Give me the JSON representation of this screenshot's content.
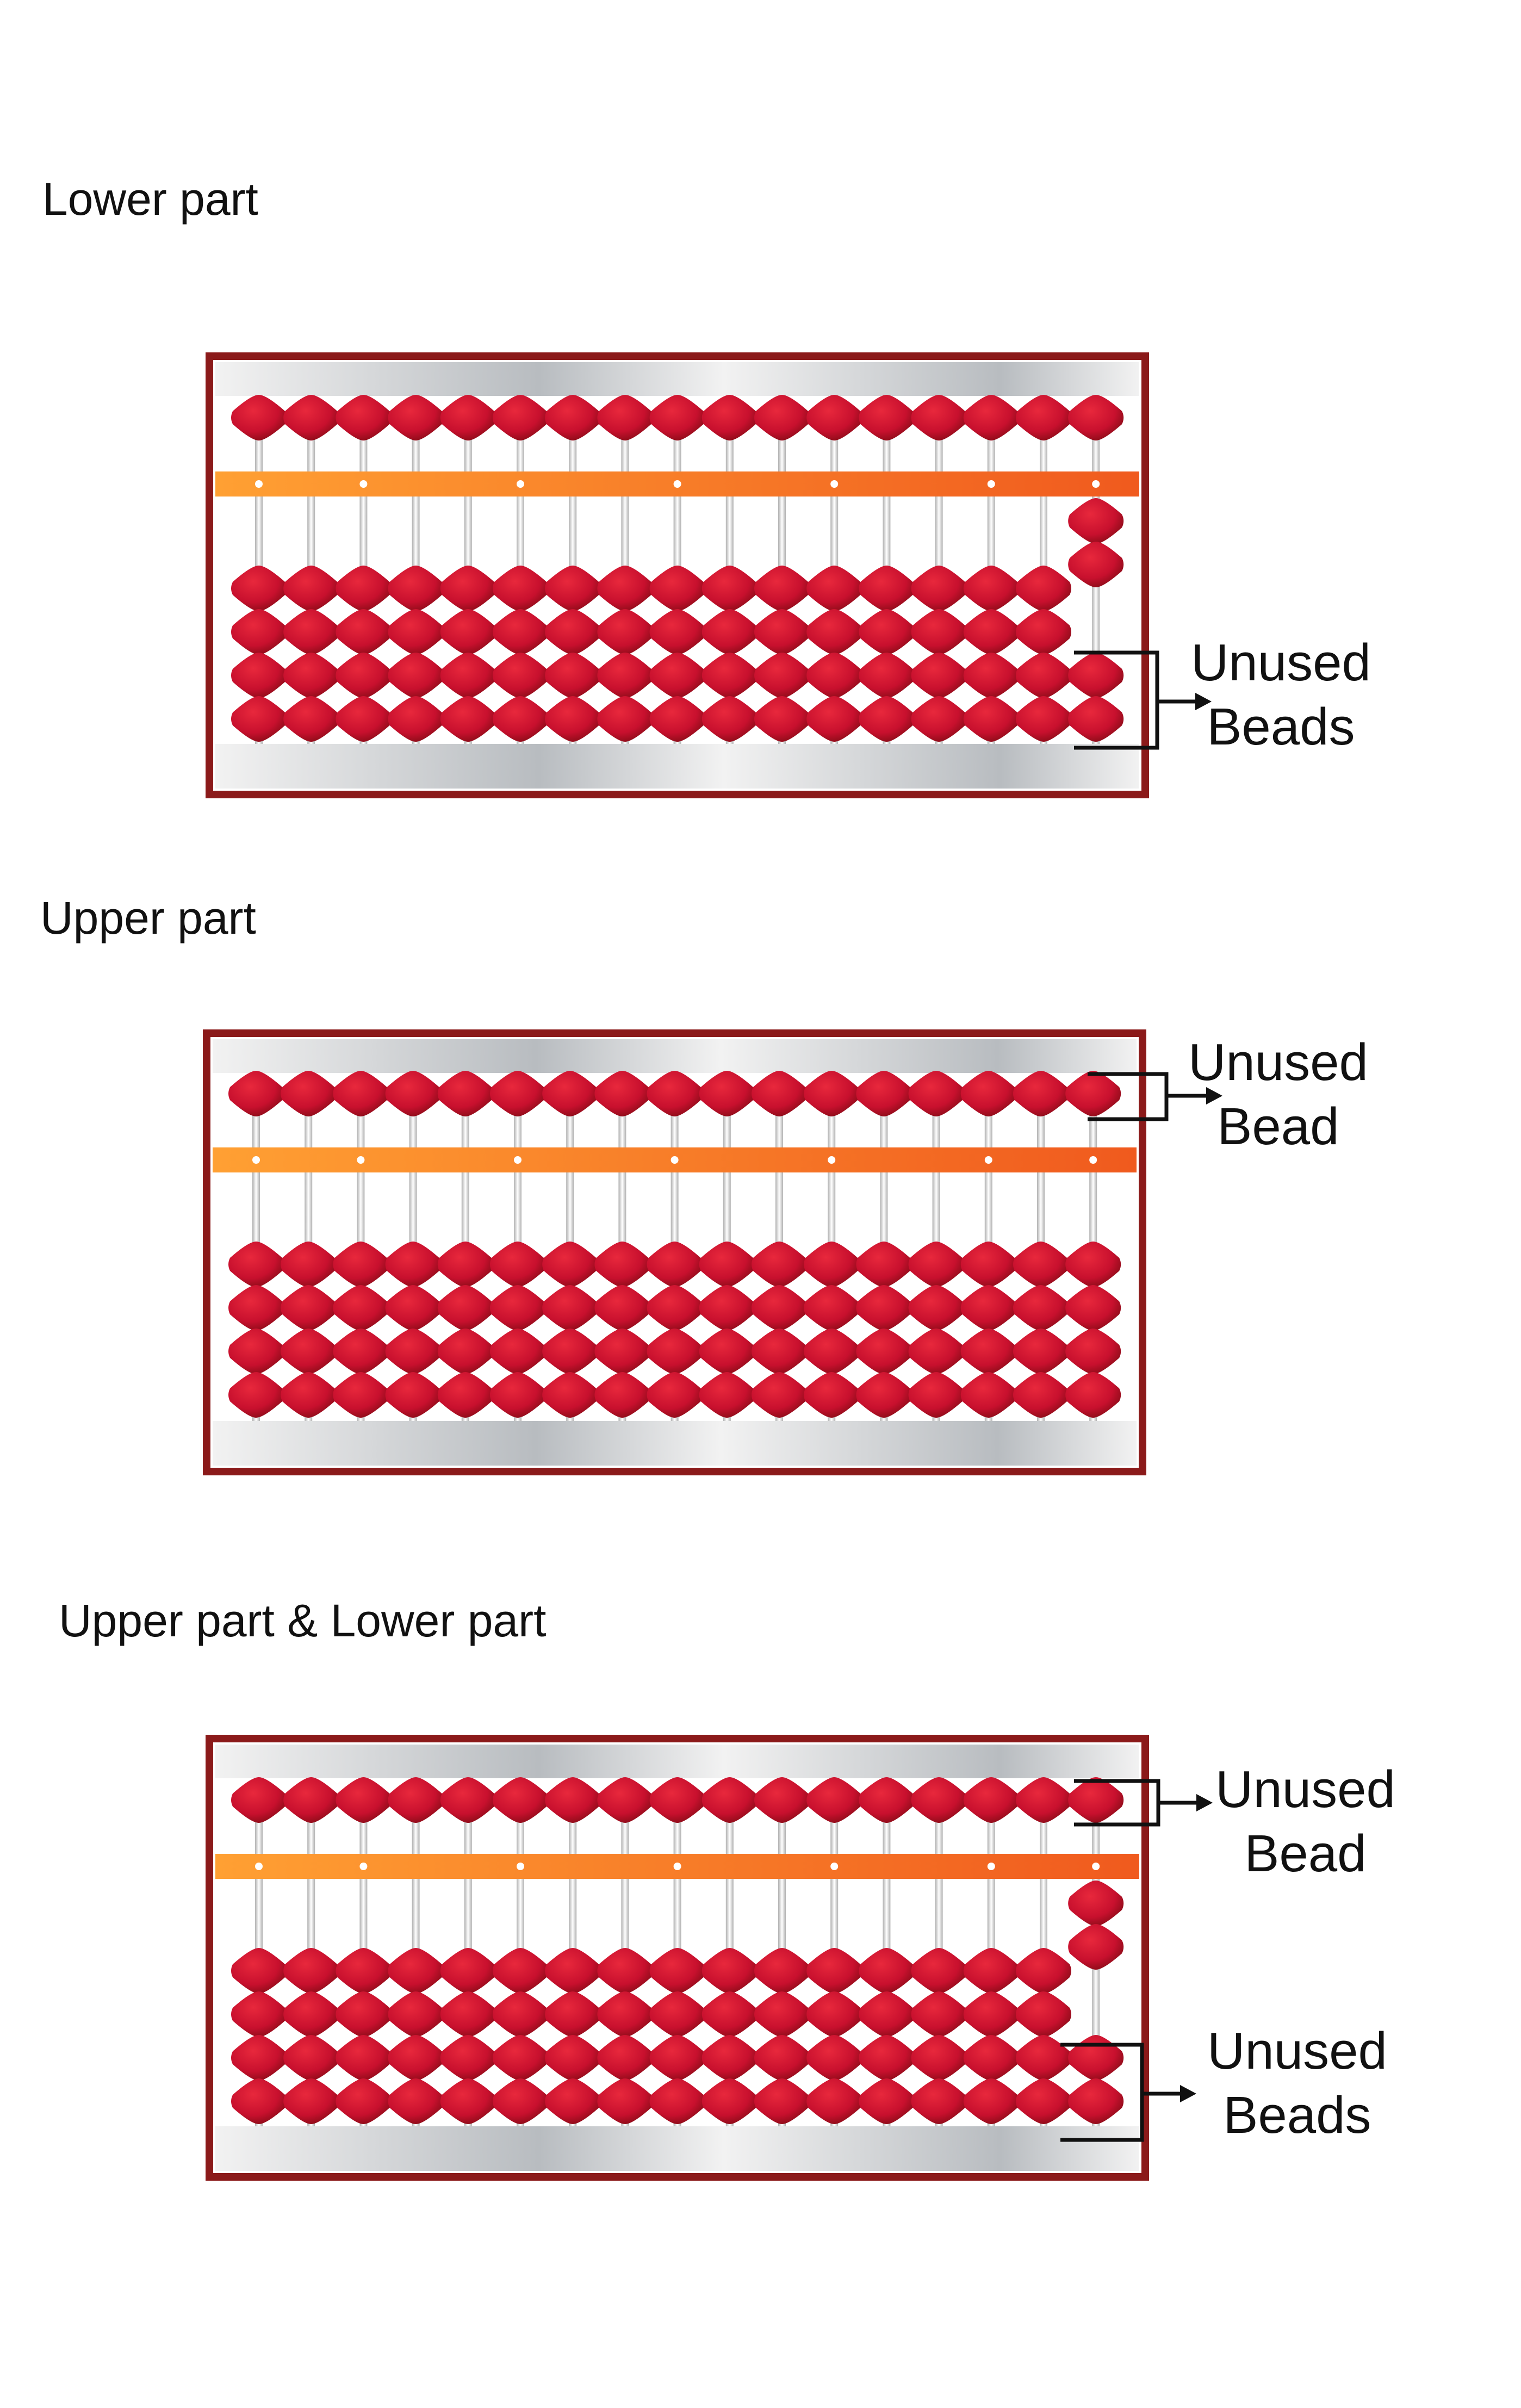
{
  "sections": [
    {
      "heading": "Lower part",
      "annotations": [
        {
          "line1": "Unused",
          "line2": "Beads"
        }
      ]
    },
    {
      "heading": "Upper part",
      "annotations": [
        {
          "line1": "Unused",
          "line2": "Bead"
        }
      ]
    },
    {
      "heading": "Upper part & Lower part",
      "annotations": [
        {
          "line1": "Unused",
          "line2": "Bead"
        },
        {
          "line1": "Unused",
          "line2": "Beads"
        }
      ]
    }
  ],
  "abacus": {
    "rod_count": 17,
    "upper_beads_per_rod": 1,
    "lower_beads_per_rod": 4,
    "unit_dot_rods": [
      1,
      3,
      6,
      9,
      12,
      15,
      17
    ]
  },
  "colors": {
    "frame": "#8b1a1a",
    "bead": "#c8102e",
    "bead_dark": "#7a0b12",
    "beam_start": "#ffa033",
    "beam_end": "#f05a1e",
    "rail_light": "#f2f2f2",
    "rail_dark": "#b8bcc0",
    "rod": "#d8d8d8"
  }
}
